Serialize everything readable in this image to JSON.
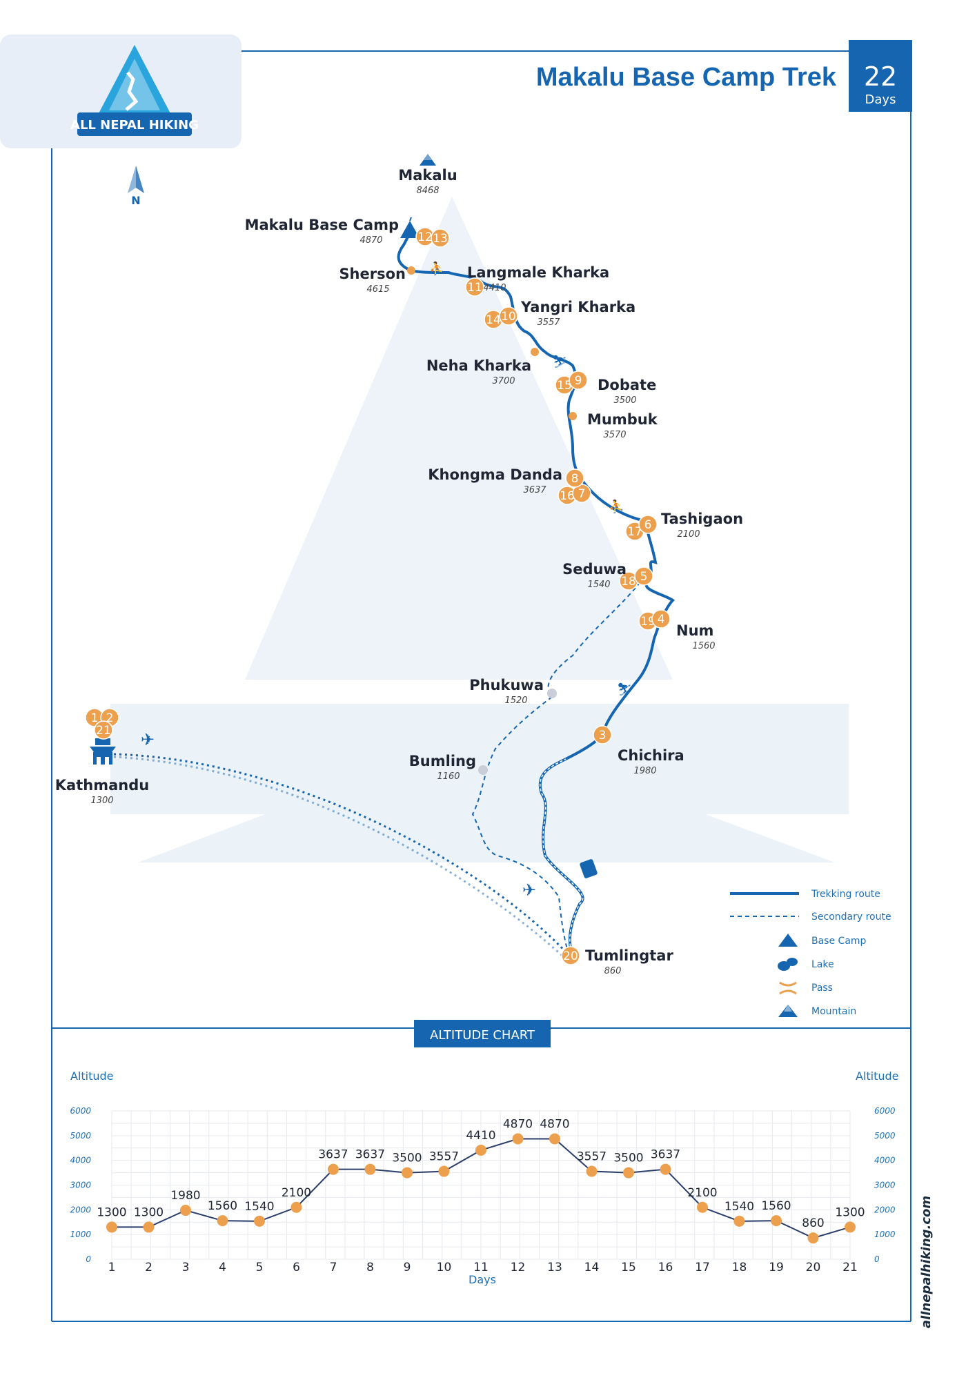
{
  "header": {
    "logo_text": "ALL NEPAL HIKING",
    "title": "Makalu Base Camp Trek",
    "days_number": "22",
    "days_label": "Days"
  },
  "compass": {
    "label": "N"
  },
  "colors": {
    "brand_blue": "#1565b0",
    "marker_orange": "#ec9f4c",
    "secondary_grey": "#c9ced8"
  },
  "map": {
    "places": [
      {
        "name": "Makalu",
        "elevation": "8468"
      },
      {
        "name": "Makalu Base Camp",
        "elevation": "4870"
      },
      {
        "name": "Sherson",
        "elevation": "4615"
      },
      {
        "name": "Langmale Kharka",
        "elevation": "4410"
      },
      {
        "name": "Yangri Kharka",
        "elevation": "3557"
      },
      {
        "name": "Neha Kharka",
        "elevation": "3700"
      },
      {
        "name": "Dobate",
        "elevation": "3500"
      },
      {
        "name": "Mumbuk",
        "elevation": "3570"
      },
      {
        "name": "Khongma Danda",
        "elevation": "3637"
      },
      {
        "name": "Tashigaon",
        "elevation": "2100"
      },
      {
        "name": "Seduwa",
        "elevation": "1540"
      },
      {
        "name": "Num",
        "elevation": "1560"
      },
      {
        "name": "Phukuwa",
        "elevation": "1520"
      },
      {
        "name": "Chichira",
        "elevation": "1980"
      },
      {
        "name": "Bumling",
        "elevation": "1160"
      },
      {
        "name": "Kathmandu",
        "elevation": "1300"
      },
      {
        "name": "Tumlingtar",
        "elevation": "860"
      }
    ],
    "day_markers": [
      "1",
      "2",
      "21",
      "3",
      "19",
      "4",
      "18",
      "5",
      "17",
      "6",
      "16",
      "7",
      "8",
      "15",
      "9",
      "14",
      "10",
      "11",
      "12",
      "13",
      "20"
    ]
  },
  "legend": {
    "items": [
      {
        "label": "Trekking route",
        "icon": "solid-line"
      },
      {
        "label": "Secondary route",
        "icon": "dashed-line"
      },
      {
        "label": "Base Camp",
        "icon": "tent-icon"
      },
      {
        "label": "Lake",
        "icon": "lake-icon"
      },
      {
        "label": "Pass",
        "icon": "pass-icon"
      },
      {
        "label": "Mountain",
        "icon": "mountain-icon"
      }
    ]
  },
  "chart_title": "ALTITUDE CHART",
  "watermark": "allnepalhiking.com",
  "chart_data": {
    "type": "line",
    "title": "ALTITUDE CHART",
    "xlabel": "Days",
    "ylabel": "Altitude",
    "x": [
      1,
      2,
      3,
      4,
      5,
      6,
      7,
      8,
      9,
      10,
      11,
      12,
      13,
      14,
      15,
      16,
      17,
      18,
      19,
      20,
      21
    ],
    "values": [
      1300,
      1300,
      1980,
      1560,
      1540,
      2100,
      3637,
      3637,
      3500,
      3557,
      4410,
      4870,
      4870,
      3557,
      3500,
      3637,
      2100,
      1540,
      1560,
      860,
      1300
    ],
    "yticks": [
      0,
      1000,
      2000,
      3000,
      4000,
      5000,
      6000
    ],
    "ylim": [
      0,
      6000
    ],
    "grid": true
  }
}
